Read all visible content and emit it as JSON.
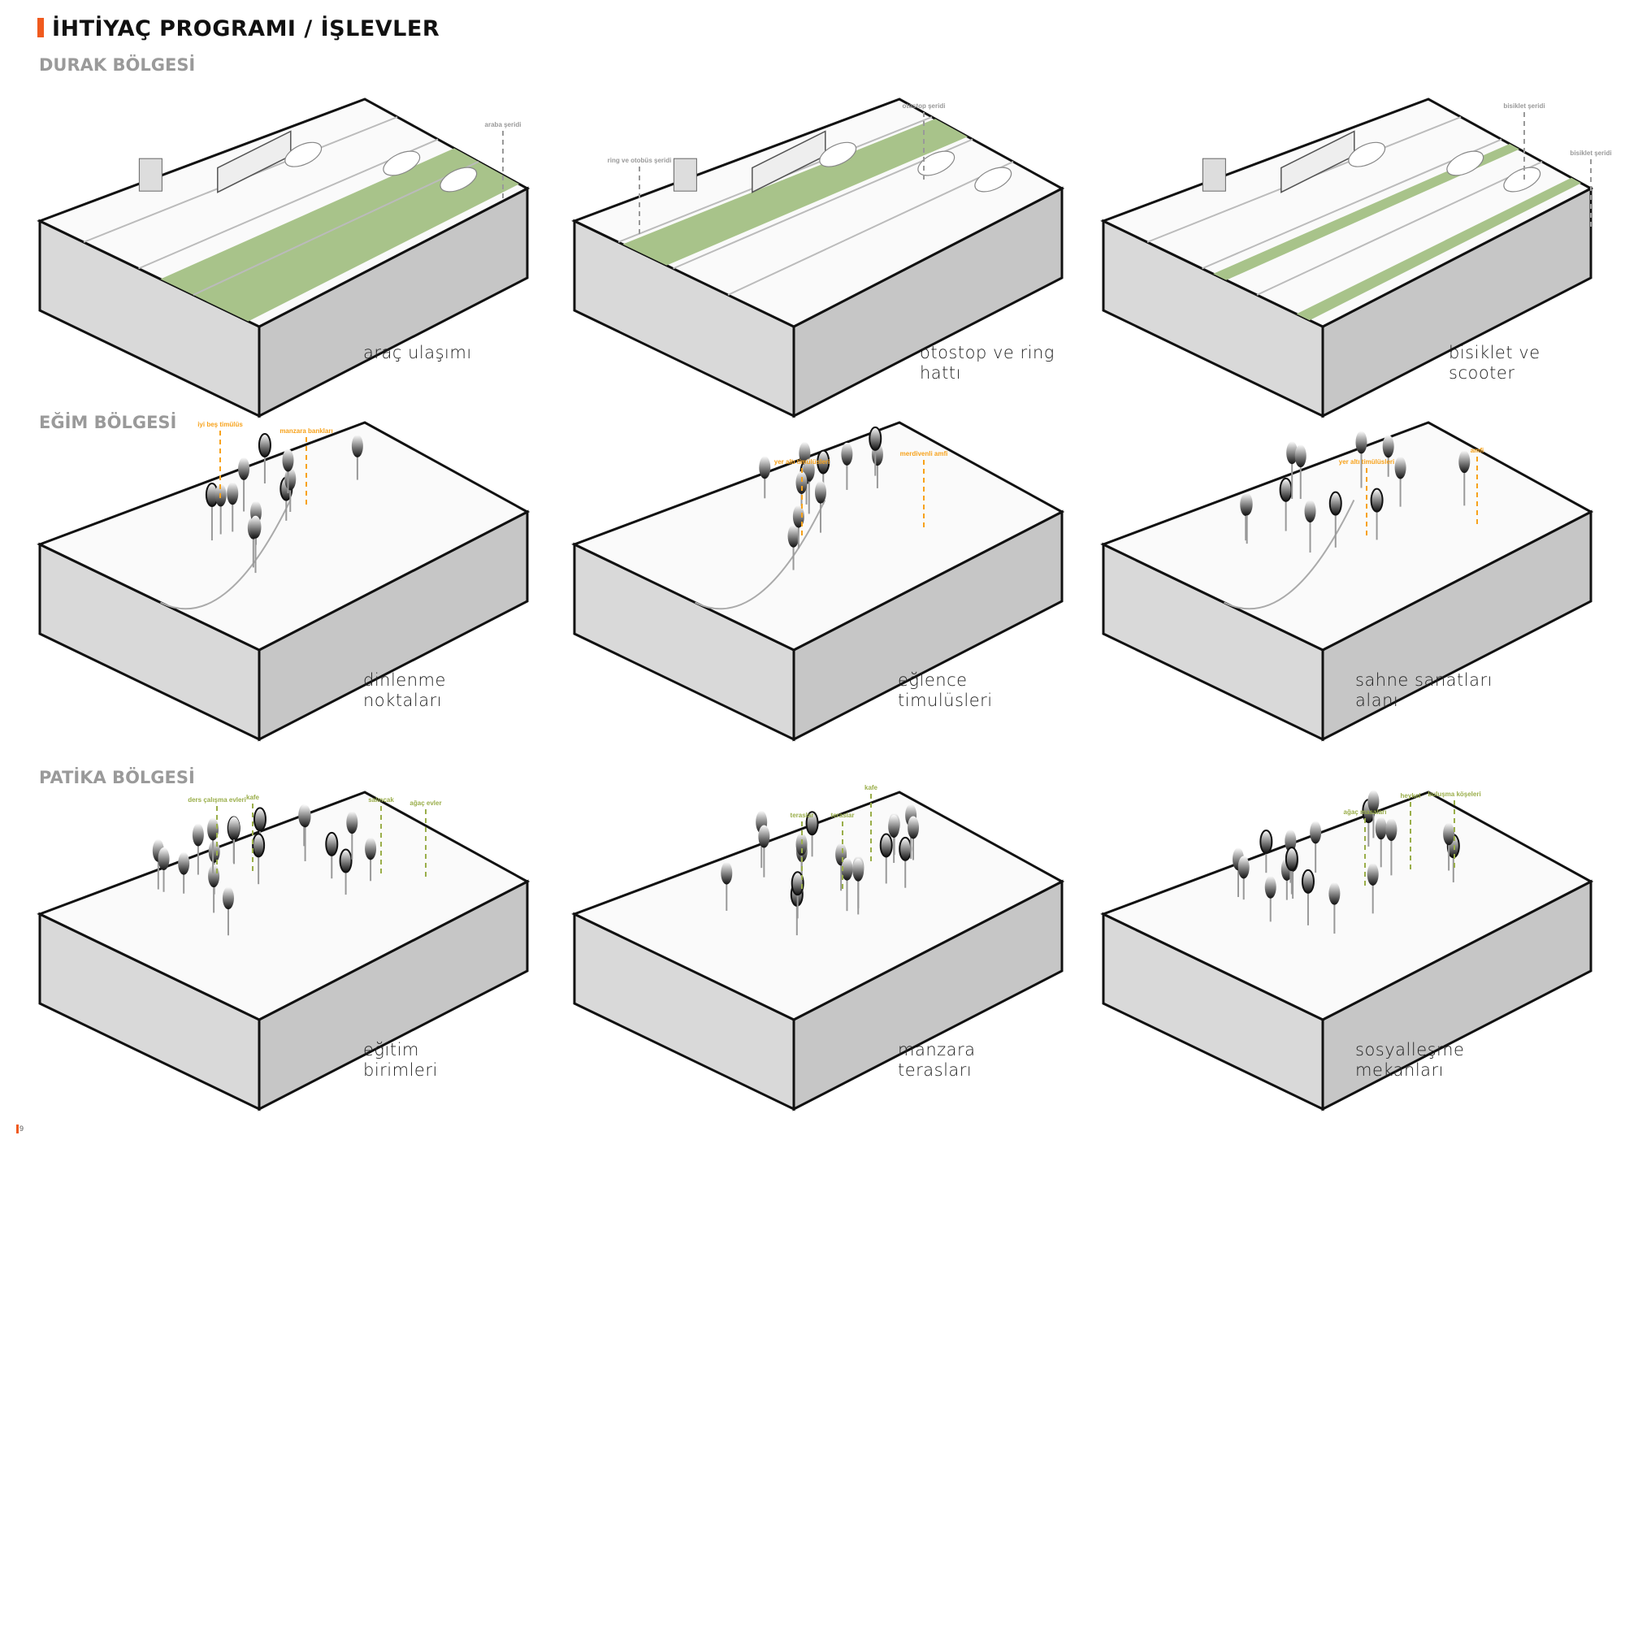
{
  "title": "İHTİYAÇ PROGRAMI / İŞLEVLER",
  "page_number": "9",
  "colors": {
    "accent": "#f05a1e",
    "green": "#a8c38a",
    "orange": "#f7a21b",
    "olive": "#9aae4a"
  },
  "sections": [
    {
      "label": "DURAK BÖLGESİ",
      "panels": [
        {
          "caption": [
            "araç ulaşımı"
          ],
          "annotations": [
            "araba şeridi"
          ]
        },
        {
          "caption": [
            "otostop ve ring hattı"
          ],
          "annotations": [
            "ring ve otobüs şeridi",
            "otostop şeridi"
          ]
        },
        {
          "caption": [
            "bisiklet ve scooter"
          ],
          "annotations": [
            "bisiklet şeridi",
            "bisiklet şeridi"
          ]
        }
      ]
    },
    {
      "label": "EĞİM BÖLGESİ",
      "panels": [
        {
          "caption": [
            "dinlenme",
            "noktaları"
          ],
          "annotations": [
            "iyi beş timülüs",
            "manzara bankları"
          ]
        },
        {
          "caption": [
            "eğlence",
            "timulüsleri"
          ],
          "annotations": [
            "yer altı timülüsleri",
            "merdivenli amfi"
          ]
        },
        {
          "caption": [
            "sahne sanatları",
            "alanı"
          ],
          "annotations": [
            "yer altı timülüsleri",
            "amfi"
          ]
        }
      ]
    },
    {
      "label": "PATİKA BÖLGESİ",
      "panels": [
        {
          "caption": [
            "eğitim",
            "birimleri"
          ],
          "annotations": [
            "ders çalışma evleri",
            "kafe",
            "salıncak",
            "ağaç evler"
          ]
        },
        {
          "caption": [
            "manzara",
            "terasları"
          ],
          "annotations": [
            "teraslar",
            "teraslar",
            "kafe"
          ]
        },
        {
          "caption": [
            "sosyalleşme",
            "mekanları"
          ],
          "annotations": [
            "ağaç masaları",
            "heykel",
            "buluşma köşeleri"
          ]
        }
      ]
    }
  ]
}
